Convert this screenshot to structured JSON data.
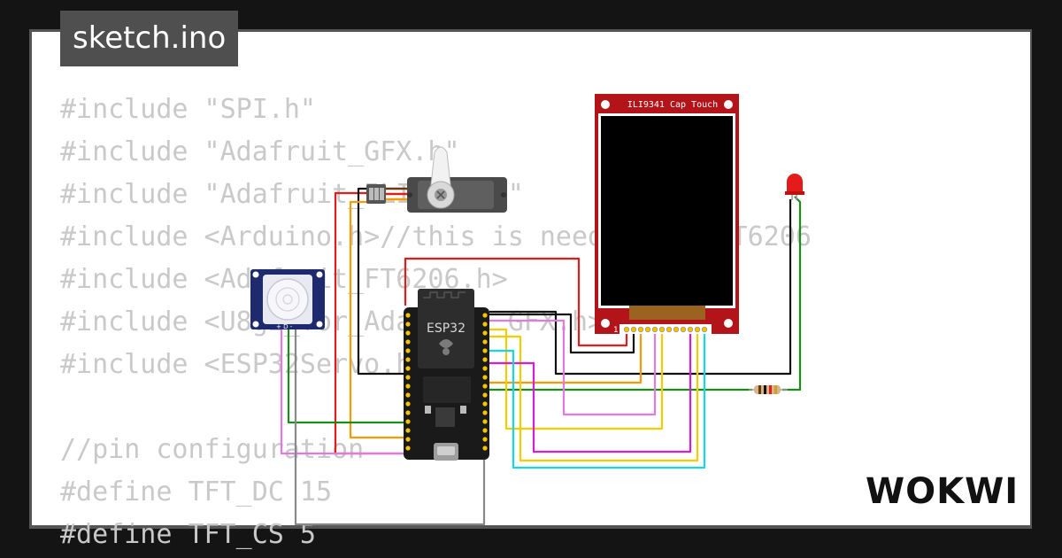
{
  "tab": {
    "filename": "sketch.ino"
  },
  "code_lines": [
    "#include \"SPI.h\"",
    "#include \"Adafruit_GFX.h\"",
    "#include \"Adafruit_ILI9341.h\"",
    "#include <Arduino.h>//this is needed for FT6206",
    "#include <Adafruit_FT6206.h>",
    "#include <U8g2_for_Adafruit_GFX.h>",
    "#include <ESP32Servo.h>",
    "",
    "//pin configuration",
    "#define TFT_DC 15",
    "#define TFT_CS 5"
  ],
  "components": {
    "display_label": "ILI9341 Cap Touch",
    "mcu_label": "ESP32",
    "display_pin_marker": "1"
  },
  "brand": {
    "name": "WOKWI"
  },
  "colors": {
    "wire_red": "#e21b1b",
    "wire_black": "#111111",
    "wire_green": "#1e8a1e",
    "wire_orange": "#f59a00",
    "wire_yellow": "#f5cc00",
    "wire_magenta": "#d21fd2",
    "wire_cyan": "#16d6e6",
    "wire_violet": "#e07ae0",
    "wire_gray": "#808080",
    "display_pcb": "#b3141a",
    "code_text": "#c9c9c9"
  }
}
